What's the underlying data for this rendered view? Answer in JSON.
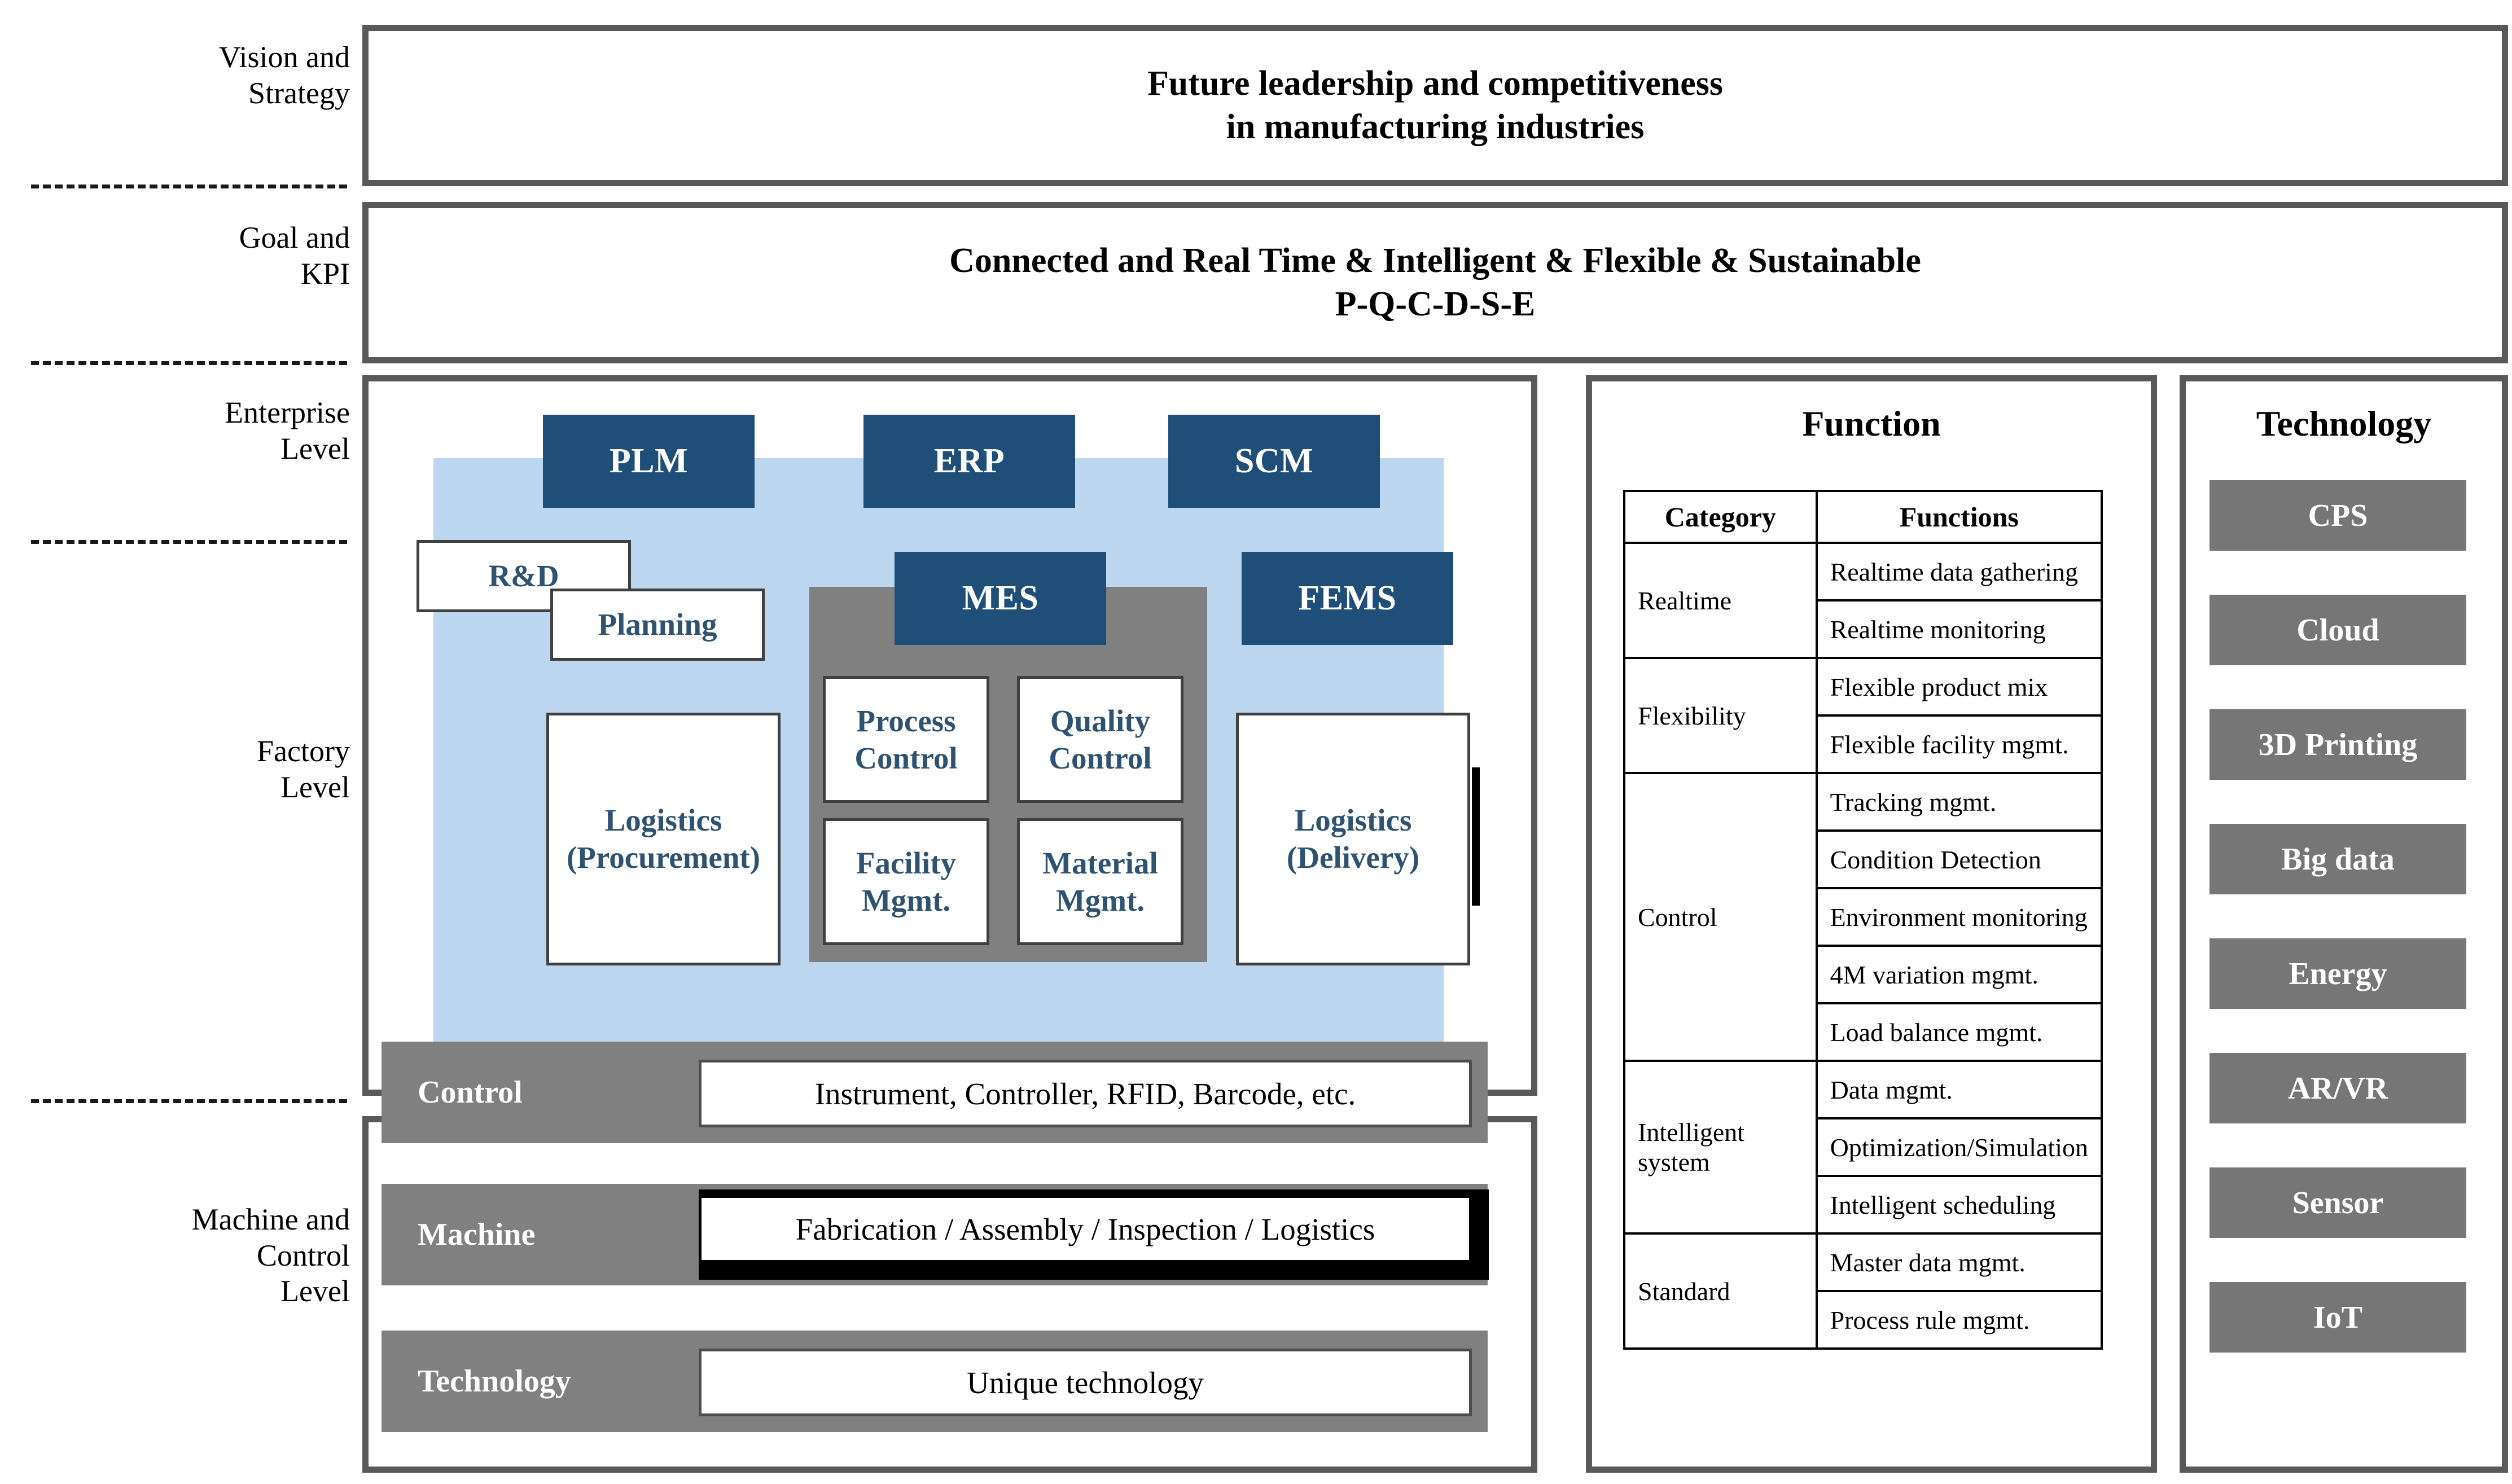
{
  "levels": [
    {
      "id": "vision",
      "label": "Vision and\nStrategy"
    },
    {
      "id": "goal",
      "label": "Goal and\nKPI"
    },
    {
      "id": "enterprise",
      "label": "Enterprise\nLevel"
    },
    {
      "id": "factory",
      "label": "Factory\nLevel"
    },
    {
      "id": "machine",
      "label": "Machine and\nControl\nLevel"
    }
  ],
  "banners": {
    "vision": "Future leadership and competitiveness\nin manufacturing industries",
    "goal": "Connected and Real Time & Intelligent & Flexible & Sustainable\nP-Q-C-D-S-E"
  },
  "enterprise_systems": [
    {
      "name": "PLM",
      "label": "PLM"
    },
    {
      "name": "ERP",
      "label": "ERP"
    },
    {
      "name": "SCM",
      "label": "SCM"
    }
  ],
  "factory_systems": [
    {
      "name": "MES",
      "label": "MES"
    },
    {
      "name": "FEMS",
      "label": "FEMS"
    }
  ],
  "factory_boxes": {
    "rnd": "R&D",
    "planning": "Planning",
    "logistics_procurement": "Logistics\n(Procurement)",
    "logistics_delivery": "Logistics\n(Delivery)",
    "process_control": "Process\nControl",
    "quality_control": "Quality\nControl",
    "facility_mgmt": "Facility\nMgmt.",
    "material_mgmt": "Material\nMgmt."
  },
  "bottom_rows": [
    {
      "label": "Control",
      "value": "Instrument, Controller, RFID, Barcode, etc."
    },
    {
      "label": "Machine",
      "value": "Fabrication / Assembly / Inspection / Logistics"
    },
    {
      "label": "Technology",
      "value": "Unique technology"
    }
  ],
  "function_panel": {
    "title": "Function",
    "headers": [
      "Category",
      "Functions"
    ],
    "groups": [
      {
        "category": "Realtime",
        "functions": [
          "Realtime data gathering",
          "Realtime monitoring"
        ]
      },
      {
        "category": "Flexibility",
        "functions": [
          "Flexible product mix",
          "Flexible facility mgmt."
        ]
      },
      {
        "category": "Control",
        "functions": [
          "Tracking mgmt.",
          "Condition Detection",
          "Environment monitoring",
          "4M variation mgmt.",
          "Load balance mgmt."
        ]
      },
      {
        "category": "Intelligent\nsystem",
        "functions": [
          "Data mgmt.",
          "Optimization/Simulation",
          "Intelligent scheduling"
        ]
      },
      {
        "category": "Standard",
        "functions": [
          "Master data mgmt.",
          "Process rule mgmt."
        ]
      }
    ]
  },
  "technology_panel": {
    "title": "Technology",
    "items": [
      "CPS",
      "Cloud",
      "3D Printing",
      "Big data",
      "Energy",
      "AR/VR",
      "Sensor",
      "IoT"
    ]
  },
  "colors": {
    "navy": "#1f4e79",
    "light_blue": "#bcd6ef",
    "gray": "#808080",
    "frame_gray": "#595959",
    "tech_gray": "#767676",
    "text_blue": "#2e5272"
  }
}
